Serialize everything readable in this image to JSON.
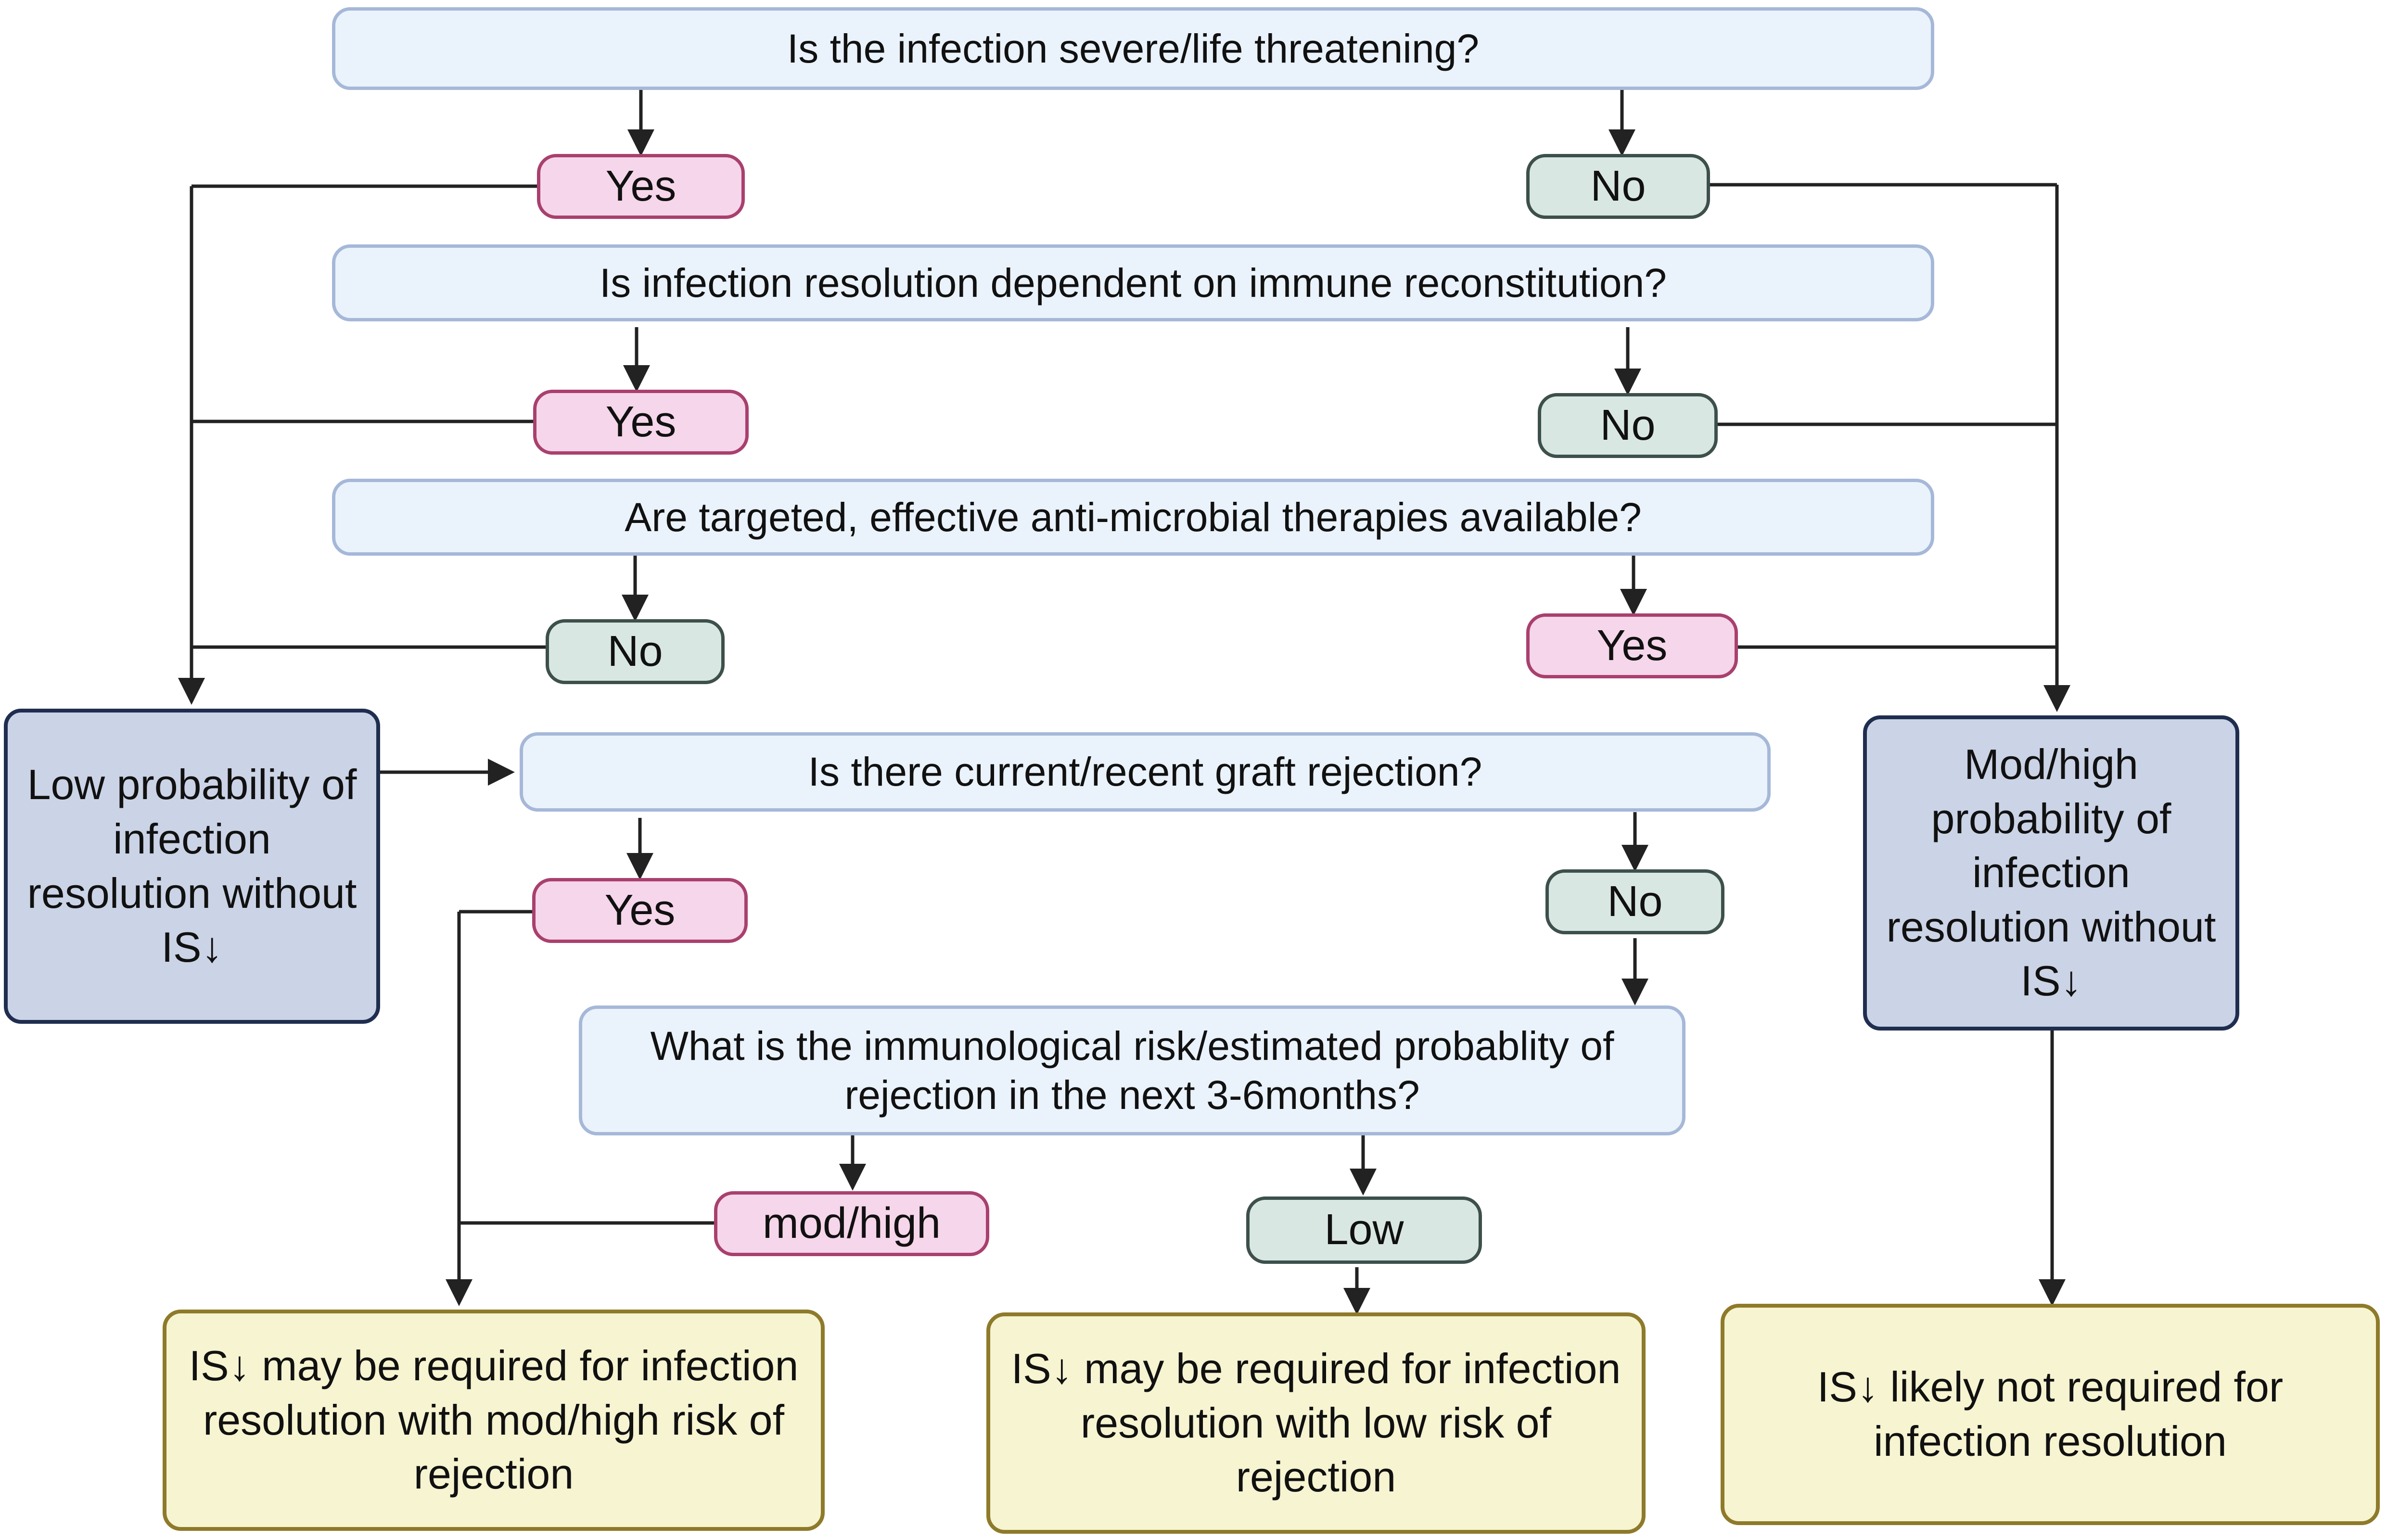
{
  "questions": {
    "severe": "Is the infection severe/life threatening?",
    "immune": "Is infection resolution dependent on immune reconstitution?",
    "therapies": "Are targeted, effective anti-microbial therapies available?",
    "rejection": "Is there current/recent graft rejection?",
    "risk": "What is the immunological risk/estimated probablity of rejection in the next 3-6months?"
  },
  "answers": {
    "severe_yes": "Yes",
    "severe_no": "No",
    "immune_yes": "Yes",
    "immune_no": "No",
    "therapies_no": "No",
    "therapies_yes": "Yes",
    "rejection_yes": "Yes",
    "rejection_no": "No",
    "risk_modhigh": "mod/high",
    "risk_low": "Low"
  },
  "probabilities": {
    "low": "Low probability of infection resolution without IS↓",
    "modhigh": "Mod/high probability of infection resolution without IS↓"
  },
  "outcomes": {
    "modhigh_risk": "IS↓ may be required for infection resolution with mod/high risk of rejection",
    "low_risk": "IS↓ may be required for infection resolution with low risk of rejection",
    "not_required": "IS↓ likely not required for infection resolution"
  },
  "colors": {
    "question_fill": "#eaf2fb",
    "question_border": "#a6b8d8",
    "yes_fill": "#f6d6ea",
    "yes_border": "#a9406e",
    "no_fill": "#d9e7e3",
    "no_border": "#3d504b",
    "probability_fill": "#cbd3e6",
    "probability_border": "#1f2e4f",
    "outcome_fill": "#f6f4d1",
    "outcome_border": "#8e7a2a",
    "connector": "#222222"
  }
}
